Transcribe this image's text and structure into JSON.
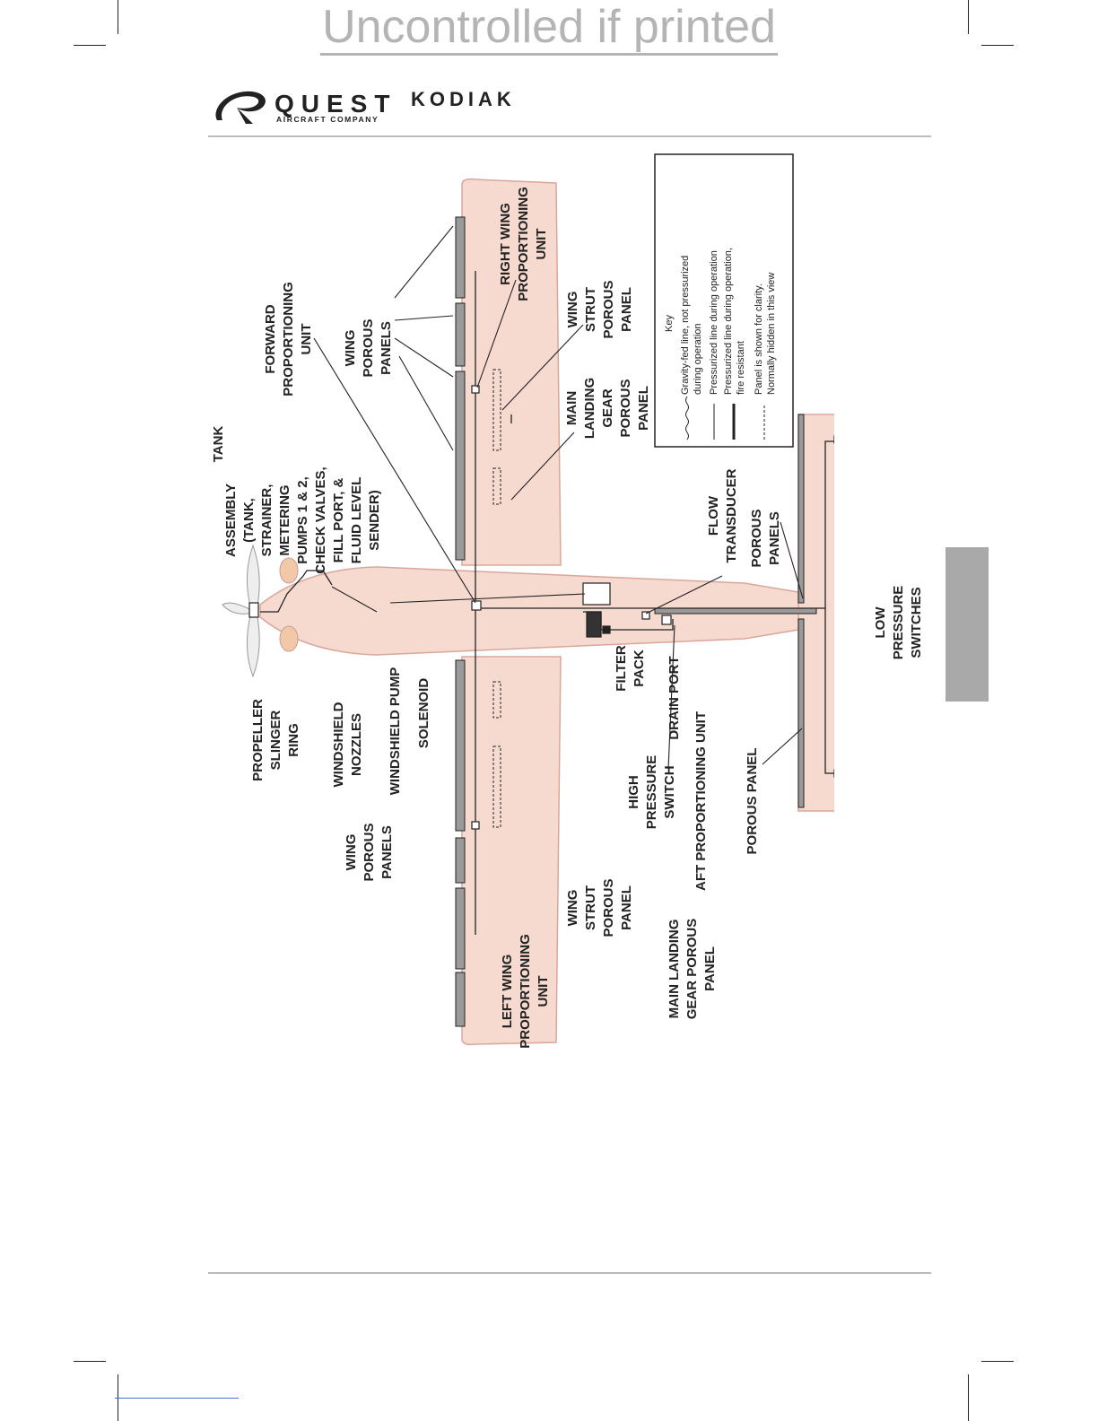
{
  "watermark": "Uncontrolled if printed",
  "header": {
    "brand": "QUEST",
    "brand_sub": "AIRCRAFT COMPANY",
    "model": "KODIAK"
  },
  "diagram": {
    "labels": {
      "tank": "TANK",
      "tank_assembly": [
        "ASSEMBLY",
        "(TANK,",
        "STRAINER,",
        "METERING",
        "PUMPS 1 & 2,",
        "CHECK VALVES,",
        "FILL PORT, &",
        "FLUID LEVEL",
        "SENDER)"
      ],
      "forward_proportioning_unit": [
        "FORWARD",
        "PROPORTIONING",
        "UNIT"
      ],
      "wing_porous_panels_right": [
        "WING",
        "POROUS",
        "PANELS"
      ],
      "right_wing_proportioning_unit": [
        "RIGHT WING",
        "PROPORTIONING",
        "UNIT"
      ],
      "wing_strut_porous_panel_right": [
        "WING",
        "STRUT",
        "POROUS",
        "PANEL"
      ],
      "main_landing_gear_porous_panel_right": [
        "MAIN",
        "LANDING",
        "GEAR",
        "POROUS",
        "PANEL"
      ],
      "flow_transducer": [
        "FLOW",
        "TRANSDUCER"
      ],
      "porous_panels_tail": [
        "POROUS",
        "PANELS"
      ],
      "low_pressure_switches": [
        "LOW",
        "PRESSURE",
        "SWITCHES"
      ],
      "propeller_slinger_ring": [
        "PROPELLER",
        "SLINGER",
        "RING"
      ],
      "windshield_nozzles": [
        "WINDSHIELD",
        "NOZZLES"
      ],
      "windshield_pump": "WINDSHIELD PUMP",
      "solenoid": "SOLENOID",
      "filter_pack": [
        "FILTER",
        "PACK"
      ],
      "drain_port": "DRAIN PORT",
      "high_pressure_switch": [
        "HIGH",
        "PRESSURE",
        "SWITCH"
      ],
      "aft_proportioning_unit": "AFT PROPORTIONING UNIT",
      "porous_panel_tail": "POROUS PANEL",
      "wing_porous_panels_left": [
        "WING",
        "POROUS",
        "PANELS"
      ],
      "left_wing_proportioning_unit": [
        "LEFT WING",
        "PROPORTIONING",
        "UNIT"
      ],
      "wing_strut_porous_panel_left": [
        "WING",
        "STRUT",
        "POROUS",
        "PANEL"
      ],
      "main_landing_gear_porous_panel_left": [
        "MAIN LANDING",
        "GEAR POROUS",
        "PANEL"
      ]
    },
    "key": {
      "title": "Key",
      "items": [
        [
          "Gravity-fed line, not pressurized",
          "during operation"
        ],
        [
          "Pressurized line during operation"
        ],
        [
          "Pressurized line during operation,",
          "fire resistant"
        ],
        [
          "Panel is shown for clarity.",
          "Normally hidden in this view"
        ]
      ]
    },
    "colors": {
      "airframe_fill": "#f6d9cf",
      "airframe_edge": "#d8a79a",
      "line": "#222222",
      "panel_fill": "#9a9a9a"
    }
  }
}
